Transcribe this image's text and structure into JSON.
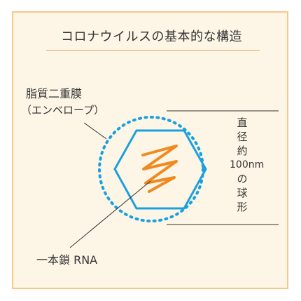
{
  "colors": {
    "frame_border": "#f6c886",
    "frame_fill": "#fdf6e6",
    "membrane": "#1aa0e0",
    "capsid": "#1aa0e0",
    "rna": "#f08a20",
    "leader": "#333333",
    "text": "#333333"
  },
  "diagram": {
    "title": "コロナウイルスの基本的な構造",
    "membrane_label_line1": "脂質二重膜",
    "membrane_label_line2": "（エンベロープ）",
    "rna_label": "一本鎖 RNA",
    "diameter_chars": [
      "直",
      "径",
      "約",
      "100nm",
      "の",
      "球",
      "形"
    ]
  }
}
